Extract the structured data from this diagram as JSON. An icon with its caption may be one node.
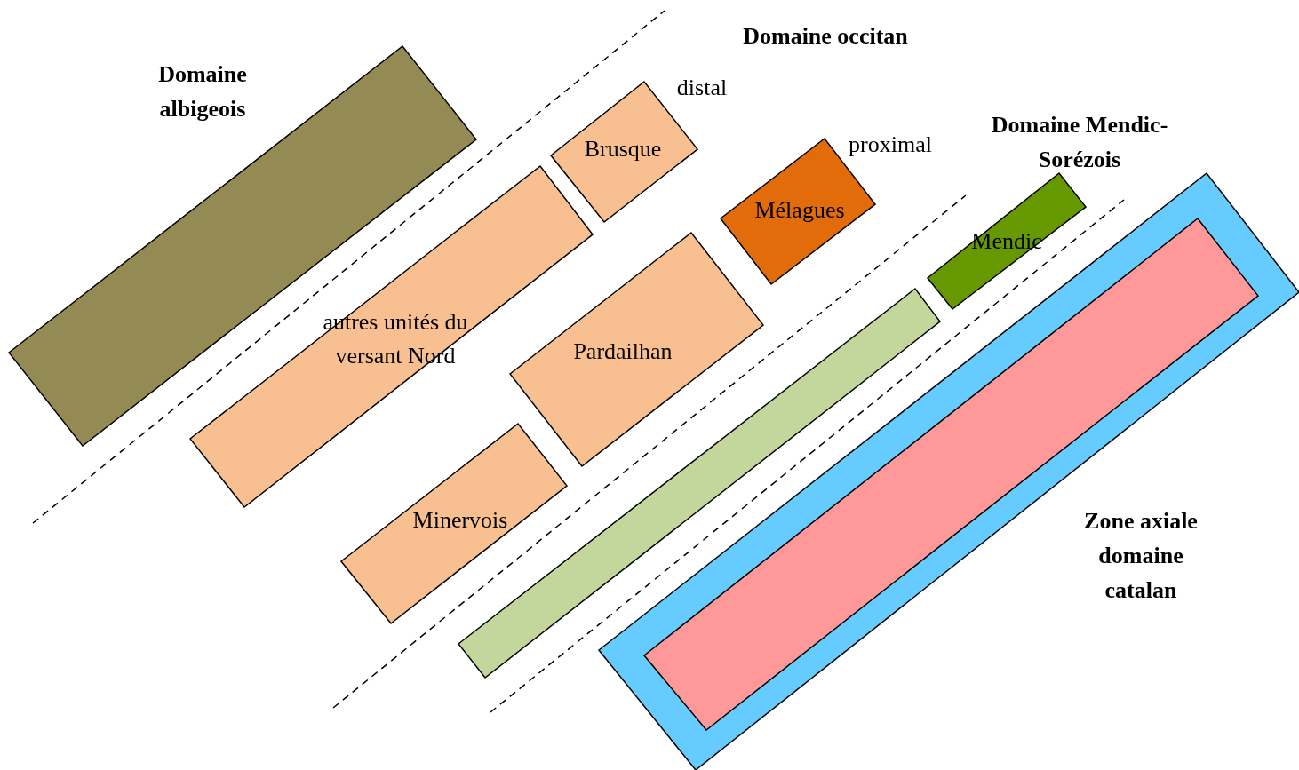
{
  "diagram": {
    "nodes": [
      {
        "text": [],
        "shape": "box"
      },
      {
        "text": [
          "Brusque"
        ]
      },
      {
        "text": [
          "Mélagues"
        ]
      },
      {
        "text": [
          "autres unités du versant Nord"
        ]
      },
      {
        "text": [
          "Pardailhan"
        ]
      },
      {
        "text": [
          "Mendic"
        ]
      },
      {
        "text": [
          "Minervois"
        ]
      },
      {
        "text": [],
        "shape": "box"
      },
      {
        "text": [],
        "shape": "box"
      },
      {
        "text": [],
        "shape": "box",
        "in": 8
      }
    ],
    "edges": [],
    "labels": [
      "Domaine occitan",
      "Domaine albigeois",
      "distal",
      "proximal",
      "Domaine Mendic-Sorézois",
      "Zone axiale domaine catalan"
    ]
  }
}
